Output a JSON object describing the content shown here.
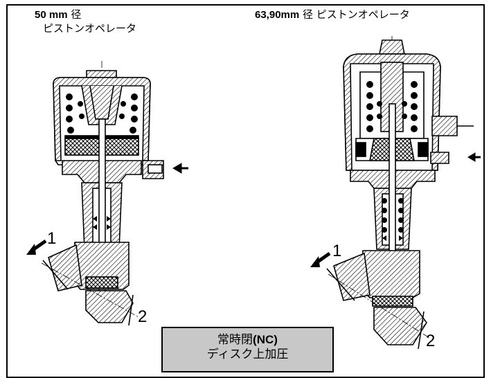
{
  "labels": {
    "left_title_size": "50 mm",
    "left_title_kanji": "径",
    "left_title_line2": "ピストンオペレータ",
    "right_title_size": "63,90mm",
    "right_title_rest": "径 ピストンオペレータ",
    "left_port_1": "1",
    "left_port_2": "2",
    "right_port_1": "1",
    "right_port_2": "2",
    "nc_line1_prefix": "常時閉",
    "nc_line1_code": "(NC)",
    "nc_line2": "ディスク上加圧"
  },
  "colors": {
    "stroke": "#000000",
    "hatch_fill": "#ffffff",
    "caption_bg": "#c8c8c8"
  },
  "icons": [
    "pressure-arrow-icon",
    "flow-arrow-icon",
    "spring-coil-icon"
  ]
}
